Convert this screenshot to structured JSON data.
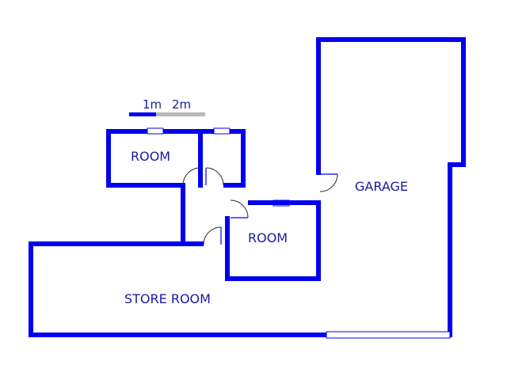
{
  "scale_bar": {
    "label_1": "1m",
    "label_2": "2m",
    "colors": {
      "primary": "#0000ee",
      "secondary": "#b8b8b8"
    }
  },
  "rooms": {
    "room_top_left": "ROOM",
    "room_middle": "ROOM",
    "garage": "GARAGE",
    "store_room": "STORE ROOM"
  },
  "colors": {
    "wall": "#0000ee",
    "label": "#1a1aa0",
    "background": "#ffffff"
  }
}
